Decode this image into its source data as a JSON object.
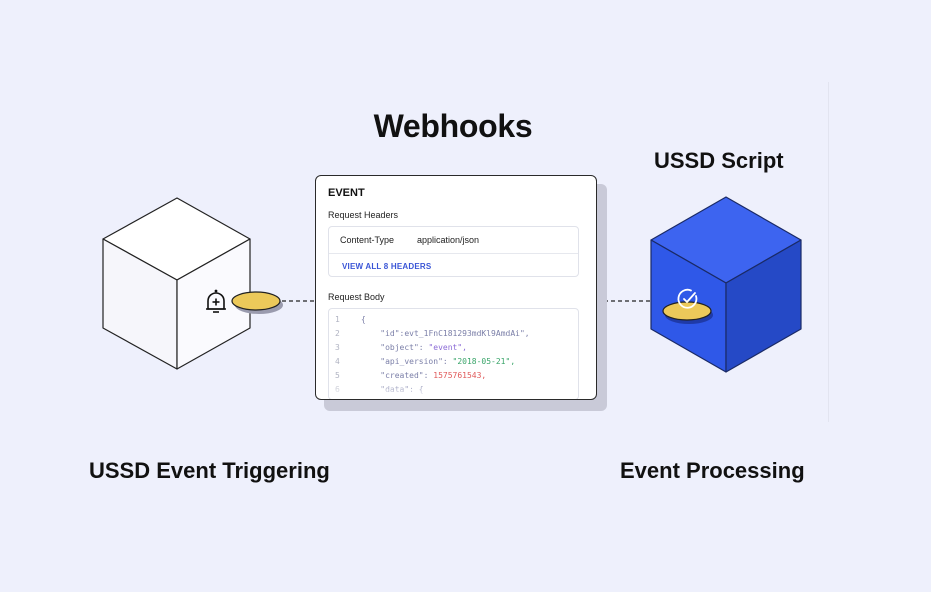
{
  "title": "Webhooks",
  "left_node": {
    "label": "USSD Event Triggering",
    "icon": "bell-plus-icon"
  },
  "right_node": {
    "top_label": "USSD Script",
    "bottom_label": "Event Processing",
    "icon": "check-circle-icon",
    "color": "#2d57e6"
  },
  "card": {
    "title": "EVENT",
    "headers_label": "Request Headers",
    "header_key": "Content-Type",
    "header_value": "application/json",
    "view_all": "VIEW ALL 8 HEADERS",
    "body_label": "Request Body",
    "code": [
      {
        "n": "1",
        "parts": [
          {
            "t": "{",
            "c": "c-punc"
          }
        ]
      },
      {
        "n": "2",
        "parts": [
          {
            "t": "    \"id\":",
            "c": "c-key"
          },
          {
            "t": "evt_1FnC181293mdKl9AmdAi\",",
            "c": "c-key"
          }
        ]
      },
      {
        "n": "3",
        "parts": [
          {
            "t": "    \"object\": ",
            "c": "c-key"
          },
          {
            "t": "\"event\",",
            "c": "c-str"
          }
        ]
      },
      {
        "n": "4",
        "parts": [
          {
            "t": "    \"api_version\": ",
            "c": "c-key"
          },
          {
            "t": "\"2018-05-21\",",
            "c": "c-grn"
          }
        ]
      },
      {
        "n": "5",
        "parts": [
          {
            "t": "    \"created\": ",
            "c": "c-key"
          },
          {
            "t": "1575761543,",
            "c": "c-num"
          }
        ]
      },
      {
        "n": "6",
        "parts": [
          {
            "t": "    \"data\": {",
            "c": "c-key"
          }
        ]
      }
    ]
  },
  "colors": {
    "background": "#eef0fc",
    "coin": "#ecc95a",
    "link": "#3a55d6"
  }
}
